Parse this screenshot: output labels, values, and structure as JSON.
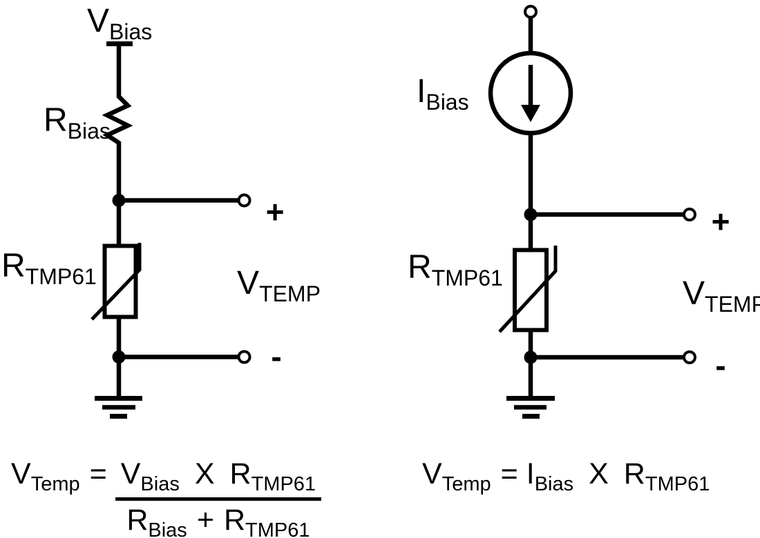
{
  "colors": {
    "ink": "#000000",
    "background": "#ffffff"
  },
  "left_circuit": {
    "supply_label": {
      "main": "V",
      "sub": "Bias"
    },
    "resistor_label": {
      "main": "R",
      "sub": "Bias"
    },
    "thermistor_label": {
      "main": "R",
      "sub": "TMP61"
    },
    "output_label": {
      "main": "V",
      "sub": "TEMP"
    },
    "plus_sign": "+",
    "minus_sign": "-"
  },
  "right_circuit": {
    "source_label": {
      "main": "I",
      "sub": "Bias"
    },
    "thermistor_label": {
      "main": "R",
      "sub": "TMP61"
    },
    "output_label": {
      "main": "V",
      "sub": "TEMP"
    },
    "plus_sign": "+",
    "minus_sign": "-"
  },
  "left_formula": {
    "lhs": {
      "main": "V",
      "sub": "Temp"
    },
    "equals": "=",
    "numerator": {
      "v": {
        "main": "V",
        "sub": "Bias"
      },
      "times": "X",
      "r": {
        "main": "R",
        "sub": "TMP61"
      }
    },
    "denominator": {
      "r1": {
        "main": "R",
        "sub": "Bias"
      },
      "plus": "+",
      "r2": {
        "main": "R",
        "sub": "TMP61"
      }
    }
  },
  "right_formula": {
    "lhs": {
      "main": "V",
      "sub": "Temp"
    },
    "equals": "=",
    "current": {
      "main": "I",
      "sub": "Bias"
    },
    "times": "X",
    "resistance": {
      "main": "R",
      "sub": "TMP61"
    }
  }
}
